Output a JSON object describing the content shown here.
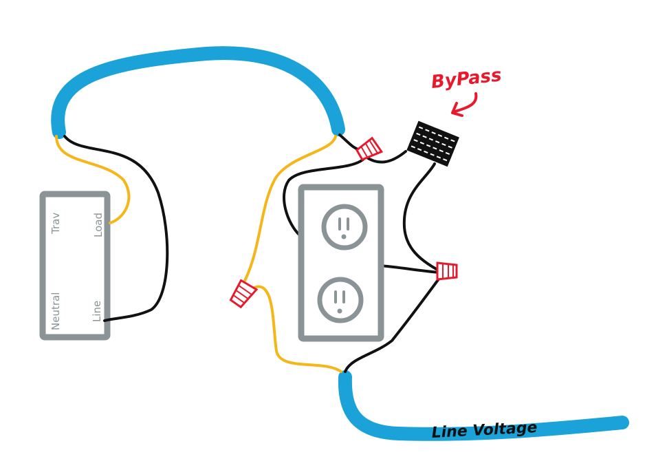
{
  "labels": {
    "bypass": "ByPass",
    "line_voltage": "Line Voltage"
  },
  "switch_terminals": {
    "trav": "Trav",
    "load": "Load",
    "neutral": "Neutral",
    "line": "Line"
  },
  "colors": {
    "cable": "#1ba3d9",
    "hot_wire": "#111111",
    "neutral_wire": "#f5b619",
    "device": "#8a9396",
    "wire_nut": "#e8192c",
    "label_red": "#e8192c"
  },
  "icons": [
    "switch-device",
    "duplex-receptacle",
    "wire-nut",
    "bypass-module",
    "arrow-icon"
  ]
}
